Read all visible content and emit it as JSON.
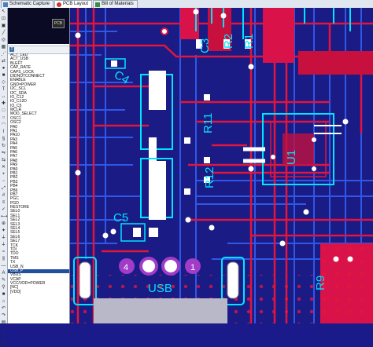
{
  "tabs": [
    {
      "label": "Schematic Capture",
      "icon": "schematic-icon",
      "active": false
    },
    {
      "label": "PCB Layout",
      "icon": "pcb-icon",
      "active": true
    },
    {
      "label": "Bill of Materials",
      "icon": "bom-icon",
      "active": false
    }
  ],
  "tools": [
    "select-arrow-icon",
    "component-icon",
    "package-icon",
    "track-icon",
    "via-icon",
    "zone-icon",
    "ratsnest-icon",
    "connectivity-icon",
    "pad-icon",
    "smt-pad-icon",
    "graphics-icon",
    "text-icon",
    "dimension-icon",
    "marker-icon",
    "box-icon",
    "circle-icon",
    "arc-icon",
    "path-icon",
    "symbol-icon",
    "rotate-icon",
    "flip-icon",
    "mirror-icon",
    "delete-icon",
    "zoom-in-icon",
    "zoom-out-icon",
    "zoom-all-icon",
    "grid-icon",
    "layer-icon",
    "drc-icon",
    "measure-icon",
    "origin-icon",
    "highlight-icon",
    "power-icon",
    "ground-icon",
    "net-icon",
    "bus-icon",
    "wire-icon",
    "label-icon",
    "script-icon",
    "probe-icon",
    "stop-icon",
    "home-icon",
    "undo-icon",
    "redo-icon",
    "save-icon",
    "color-icon",
    "help-icon",
    "settings-icon"
  ],
  "thumbnail": {
    "mini_label": "PCB"
  },
  "filter": {
    "icon": "filter-icon",
    "icon_glyph": "T"
  },
  "nets": [
    "ACT_LED",
    "ACT_USB",
    "BLEFT",
    "CAP_RATE",
    "CAPS_LOCK",
    "DIDNOTCONNECT",
    "ENABLE",
    "GND=POWER",
    "I2C_SCL",
    "I2C_SDA",
    "IO_C12",
    "IO_C12D",
    "IO_C5",
    "MCLR",
    "MOD_SELECT",
    "OSC1",
    "OSC2",
    "PA0",
    "PA1",
    "PA10",
    "PA3",
    "PA4",
    "PA5",
    "PA6",
    "PA7",
    "PA8",
    "PA9",
    "PB0",
    "PB1",
    "PB2",
    "PB3",
    "PB4",
    "PB6",
    "PB7",
    "PGC",
    "PGD",
    "RESTORE",
    "SEL0",
    "SEL1",
    "SEL2",
    "SEL3",
    "SEL4",
    "SEL5",
    "SEL6",
    "SEL7",
    "TCK",
    "TDI",
    "TDO",
    "TMS",
    "TX",
    "USB_N",
    "USB_P",
    "VBUS",
    "VCAP",
    "VCC/VDD=POWER",
    "[NC]",
    "[VDD]"
  ],
  "selected_net": "USB_P",
  "silkscreen": {
    "c4": "C4",
    "c5": "C5",
    "c3": "C3",
    "r2": "R2",
    "r1": "R1",
    "r11": "R11",
    "r12": "R12",
    "u1": "U1",
    "r9": "R9",
    "usb": "USB",
    "pin4": "4",
    "pin1": "1"
  },
  "colors": {
    "board": "#1b1b86",
    "top_copper": "#e2153c",
    "bottom_copper": "#2a4fd8",
    "silk": "#00e5ff",
    "pad": "#ffffff",
    "plane": "#e01248",
    "pin_circle": "#a13cc8"
  }
}
